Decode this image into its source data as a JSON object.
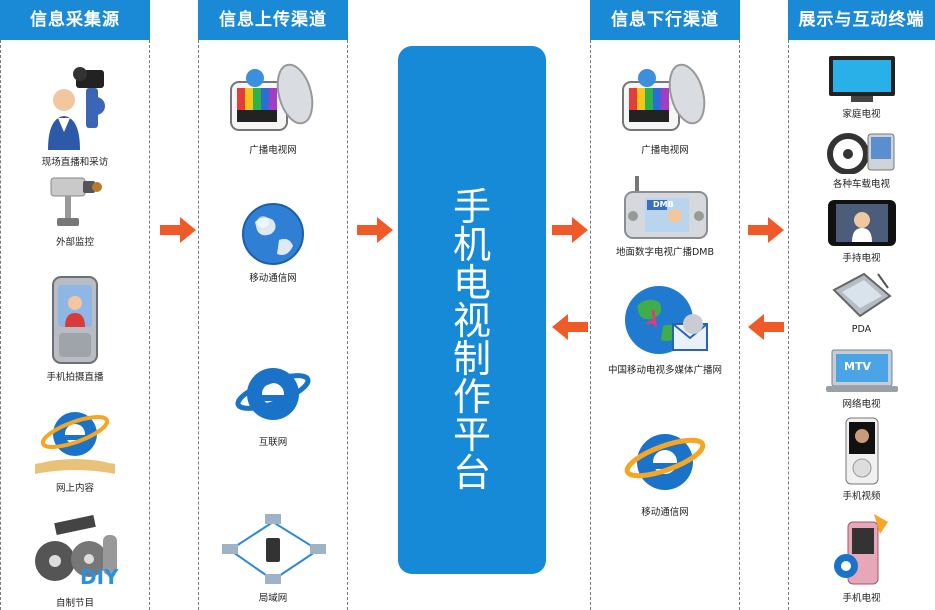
{
  "headers": {
    "sources": "信息采集源",
    "upload": "信息上传渠道",
    "downlink": "信息下行渠道",
    "terminals": "展示与互动终端"
  },
  "center": {
    "chars": [
      "手",
      "机",
      "电",
      "视",
      "制",
      "作",
      "平",
      "台"
    ]
  },
  "sources": [
    {
      "label": "现场直播和采访",
      "icon": "camera-operator-icon"
    },
    {
      "label": "外部监控",
      "icon": "security-camera-icon"
    },
    {
      "label": "手机拍摄直播",
      "icon": "mobile-phone-icon"
    },
    {
      "label": "网上内容",
      "icon": "ie-book-icon"
    },
    {
      "label": "自制节目",
      "icon": "film-reel-icon",
      "badge": "DIY"
    }
  ],
  "upload": [
    {
      "label": "广播电视网",
      "icon": "tv-satellite-icon"
    },
    {
      "label": "移动通信网",
      "icon": "globe-icon"
    },
    {
      "label": "互联网",
      "icon": "ie-icon"
    },
    {
      "label": "局域网",
      "icon": "lan-icon"
    }
  ],
  "downlink": [
    {
      "label": "广播电视网",
      "icon": "tv-satellite-icon"
    },
    {
      "label": "地面数字电视广播DMB",
      "icon": "dmb-device-icon",
      "badge": "DMB"
    },
    {
      "label": "中国移动电视多媒体广播网",
      "icon": "globe-mail-icon"
    },
    {
      "label": "移动通信网",
      "icon": "ie-icon"
    }
  ],
  "terminals": [
    {
      "label": "家庭电视",
      "icon": "home-tv-icon"
    },
    {
      "label": "各种车载电视",
      "icon": "car-tv-icon"
    },
    {
      "label": "手持电视",
      "icon": "handheld-tv-icon"
    },
    {
      "label": "PDA",
      "icon": "pda-icon"
    },
    {
      "label": "网络电视",
      "icon": "laptop-icon",
      "badge": "MTV"
    },
    {
      "label": "手机视频",
      "icon": "phone-video-icon"
    },
    {
      "label": "手机电视",
      "icon": "phone-tv-icon"
    }
  ],
  "colors": {
    "header_bg": "#1b8ad6",
    "center_bg": "#168ad6",
    "arrow": "#ef5a28"
  }
}
